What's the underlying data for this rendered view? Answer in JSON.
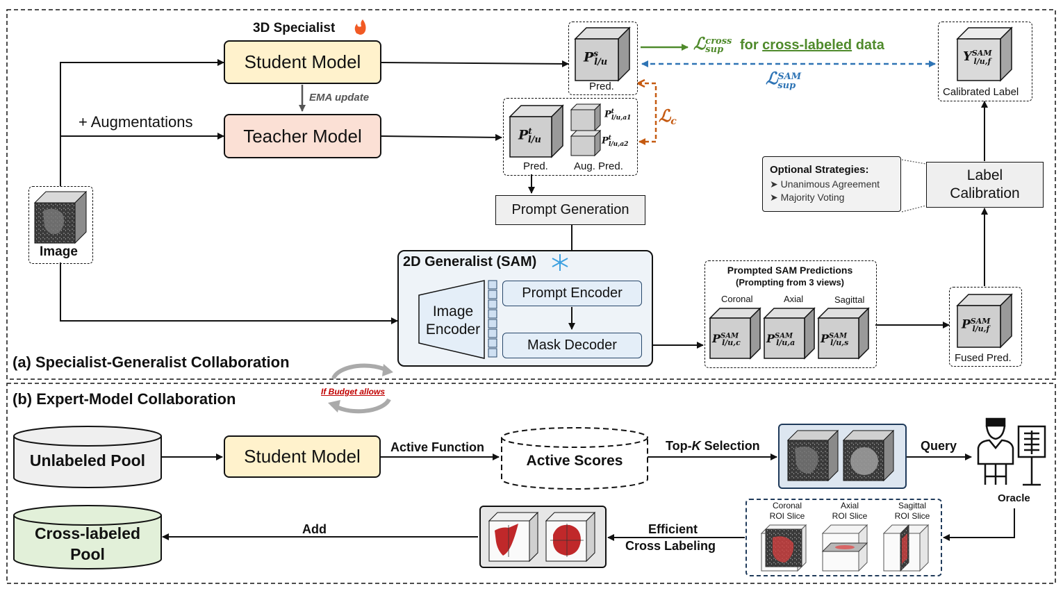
{
  "panel_a": {
    "title": "(a) Specialist-Generalist Collaboration",
    "specialist_label": "3D Specialist",
    "student_model": "Student Model",
    "teacher_model": "Teacher Model",
    "ema_update": "EMA update",
    "augmentations": "+ Augmentations",
    "image_label": "Image",
    "student_pred_label": "Pred.",
    "teacher_pred_label": "Pred.",
    "aug_pred_label": "Aug. Pred.",
    "prompt_generation": "Prompt Generation",
    "sam_title": "2D Generalist (SAM)",
    "image_encoder": "Image Encoder",
    "prompt_encoder": "Prompt Encoder",
    "mask_decoder": "Mask Decoder",
    "prompted_title": "Prompted SAM Predictions",
    "prompted_subtitle": "(Prompting from 3 views)",
    "views": [
      "Coronal",
      "Axial",
      "Sagittal"
    ],
    "fused_label": "Fused Pred.",
    "label_calibration": "Label Calibration",
    "calibrated_label": "Calibrated Label",
    "optional_title": "Optional Strategies:",
    "optional_items": [
      "Unanimous Agreement",
      "Majority Voting"
    ],
    "cross_loss_text_1": "for",
    "cross_loss_text_2": "cross-labeled",
    "cross_loss_text_3": "data",
    "math": {
      "p_student": "P",
      "p_student_sup": "s",
      "p_student_sub": "l/u",
      "p_teacher": "P",
      "p_teacher_sup": "t",
      "p_teacher_sub": "l/u",
      "p_aug1_sub": "l/u,a1",
      "p_aug2_sub": "l/u,a2",
      "sam_sup": "SAM",
      "sam_c_sub": "l/u,c",
      "sam_a_sub": "l/u,a",
      "sam_s_sub": "l/u,s",
      "sam_f_sub": "l/u,f",
      "y": "Y",
      "loss": "ℒ",
      "loss_cross_sup": "cross",
      "loss_sup_sub": "sup",
      "loss_sam_sup": "SAM",
      "loss_c_sub": "c"
    },
    "colors": {
      "green": "#4f8a2b",
      "blue": "#2e74b5",
      "orange": "#c55a11"
    }
  },
  "panel_b": {
    "title": "(b) Expert-Model Collaboration",
    "budget_note": "If Budget allows",
    "unlabeled_pool": "Unlabeled Pool",
    "student_model": "Student Model",
    "active_function": "Active Function",
    "active_scores": "Active Scores",
    "topk_prefix": "Top-",
    "topk_k": "K",
    "topk_suffix": " Selection",
    "query": "Query",
    "oracle": "Oracle",
    "roi_labels": [
      [
        "Coronal",
        "ROI Slice"
      ],
      [
        "Axial",
        "ROI Slice"
      ],
      [
        "Sagittal",
        "ROI Slice"
      ]
    ],
    "efficient_line1": "Efficient",
    "efficient_line2": "Cross Labeling",
    "add": "Add",
    "cross_pool_line1": "Cross-labeled",
    "cross_pool_line2": "Pool",
    "colors": {
      "budget_red": "#c00000",
      "pool_green": "#e2f0d9",
      "mask_red": "#c0282a"
    }
  }
}
